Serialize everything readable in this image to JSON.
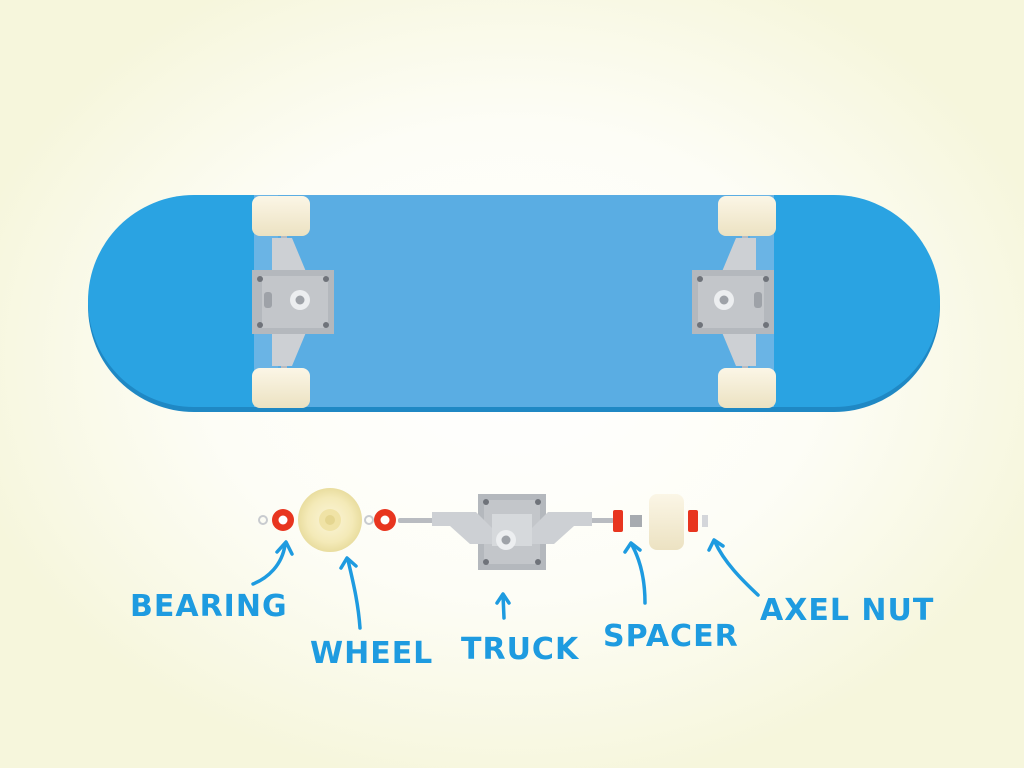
{
  "colors": {
    "deck": "#2aa3e2",
    "deck_center": "#5aade3",
    "wheel": "#f6efd7",
    "truck": "#c9ccd0",
    "bearing": "#e8351f",
    "label": "#1e9be0"
  },
  "labels": {
    "bearing": "BEARING",
    "wheel": "WHEEL",
    "truck": "TRUCK",
    "spacer": "SPACER",
    "axel_nut": "AXEL NUT"
  }
}
